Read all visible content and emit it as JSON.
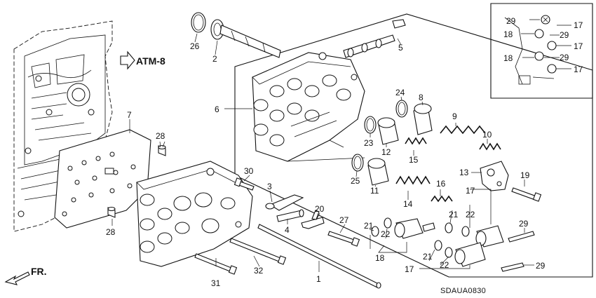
{
  "diagram": {
    "reference": "ATM-8",
    "direction": "FR.",
    "code": "SDAUA0830",
    "labels": [
      "1",
      "2",
      "3",
      "4",
      "5",
      "6",
      "7",
      "8",
      "9",
      "10",
      "11",
      "12",
      "13",
      "14",
      "15",
      "16",
      "17",
      "18",
      "19",
      "20",
      "21",
      "22",
      "23",
      "24",
      "25",
      "26",
      "27",
      "28",
      "29",
      "30",
      "31",
      "32"
    ],
    "inset_labels": {
      "n29": "29",
      "n17": "17",
      "n18": "18"
    }
  },
  "colors": {
    "line": "#111111",
    "background": "#ffffff"
  }
}
